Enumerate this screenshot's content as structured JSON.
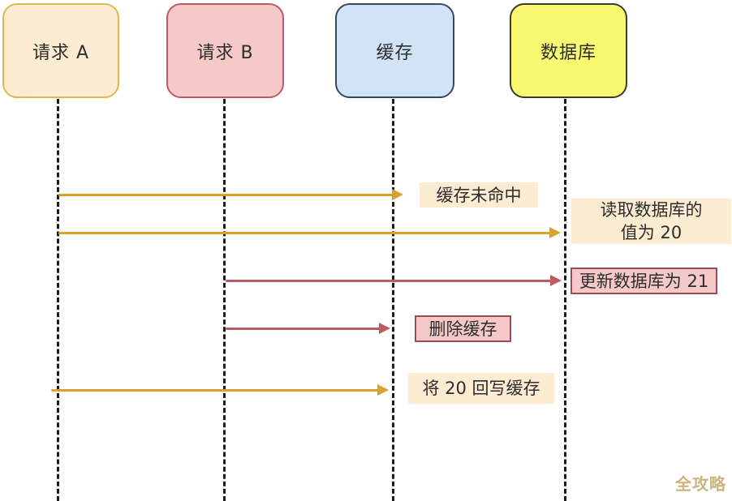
{
  "diagram_type": "sequence-diagram",
  "actors": [
    {
      "id": "request-a",
      "label": "请求 A",
      "fill": "#fdecd2",
      "border": "#dcb94e"
    },
    {
      "id": "request-b",
      "label": "请求 B",
      "fill": "#f6c9c9",
      "border": "#bb5a69"
    },
    {
      "id": "cache",
      "label": "缓存",
      "fill": "#d0e3f7",
      "border": "#39465e"
    },
    {
      "id": "database",
      "label": "数据库",
      "fill": "#f9f871",
      "border": "#3a3a2c"
    }
  ],
  "messages": [
    {
      "id": "cache-miss",
      "label": "缓存未命中",
      "from": "请求 A",
      "to": "缓存",
      "color": "gold"
    },
    {
      "id": "read-db",
      "label": "读取数据库的\n值为 20",
      "from": "请求 A",
      "to": "数据库",
      "color": "gold"
    },
    {
      "id": "update-db",
      "label": "更新数据库为 21",
      "from": "请求 B",
      "to": "数据库",
      "color": "red"
    },
    {
      "id": "delete-cache",
      "label": "删除缓存",
      "from": "请求 B",
      "to": "缓存",
      "color": "red"
    },
    {
      "id": "write-back",
      "label": "将 20 回写缓存",
      "from": "请求 A",
      "to": "缓存",
      "color": "gold"
    }
  ],
  "watermark": "全攻略",
  "colors": {
    "gold_arrow": "#d9a12d",
    "red_arrow": "#bd5a64",
    "peach_label_bg": "#fcecd2",
    "pink_label_bg": "#f6c9c9",
    "pink_label_border": "#a0495a",
    "watermark_text": "#c9b47c",
    "lifeline": "#1c1c1c"
  }
}
